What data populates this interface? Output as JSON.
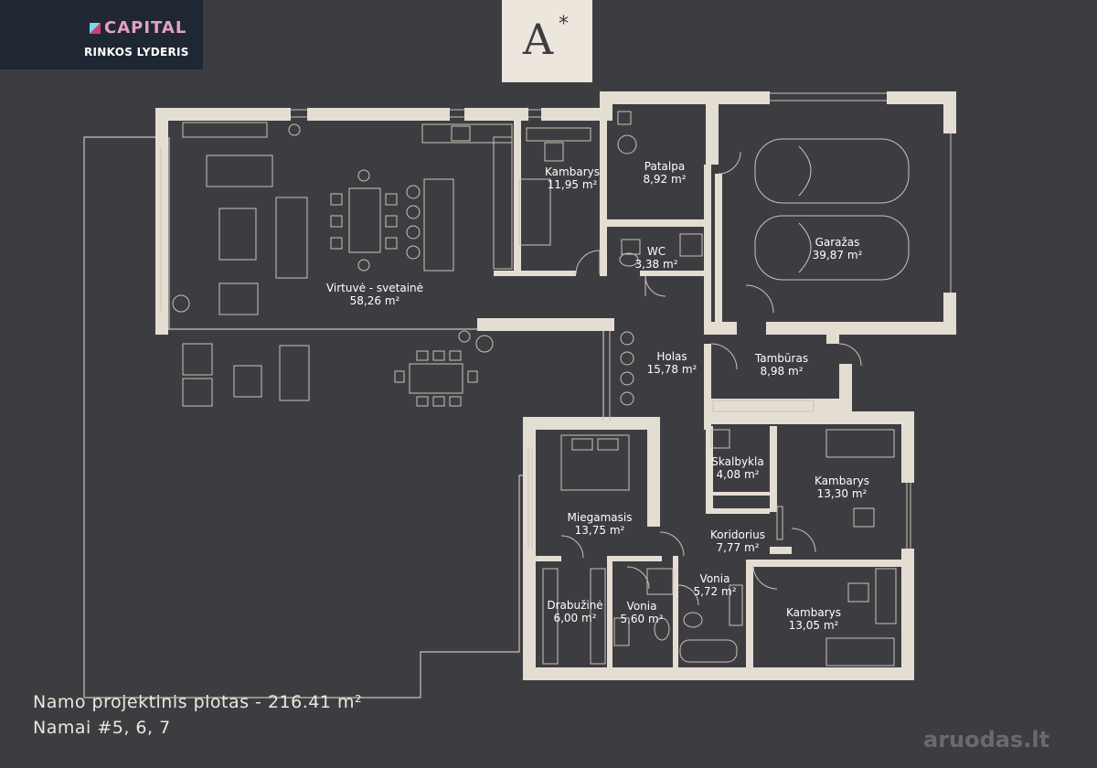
{
  "branding": {
    "agency_name": "CAPITAL",
    "agency_tagline": "RINKOS LYDERIS",
    "project_mark": "A",
    "project_mark_star": "*",
    "watermark": "aruodas.lt"
  },
  "rooms": [
    {
      "name": "Kambarys",
      "area": "11,95 m²"
    },
    {
      "name": "Patalpa",
      "area": "8,92 m²"
    },
    {
      "name": "WC",
      "area": "3,38 m²"
    },
    {
      "name": "Garažas",
      "area": "39,87 m²"
    },
    {
      "name": "Virtuvė - svetainė",
      "area": "58,26 m²"
    },
    {
      "name": "Holas",
      "area": "15,78 m²"
    },
    {
      "name": "Tambūras",
      "area": "8,98 m²"
    },
    {
      "name": "Skalbykla",
      "area": "4,08 m²"
    },
    {
      "name": "Kambarys",
      "area": "13,30 m²"
    },
    {
      "name": "Miegamasis",
      "area": "13,75 m²"
    },
    {
      "name": "Koridorius",
      "area": "7,77 m²"
    },
    {
      "name": "Vonia",
      "area": "5,72 m²"
    },
    {
      "name": "Drabužinė",
      "area": "6,00 m²"
    },
    {
      "name": "Vonia",
      "area": "5,60 m²"
    },
    {
      "name": "Kambarys",
      "area": "13,05 m²"
    }
  ],
  "footer": {
    "total_area": "Namo projektinis plotas - 216.41 m²",
    "houses": "Namai #5, 6, 7"
  },
  "colors": {
    "background": "#3d3d41",
    "wall": "#e4ddd2",
    "line": "#c9c3b8",
    "logo_bg": "#1f2733"
  }
}
